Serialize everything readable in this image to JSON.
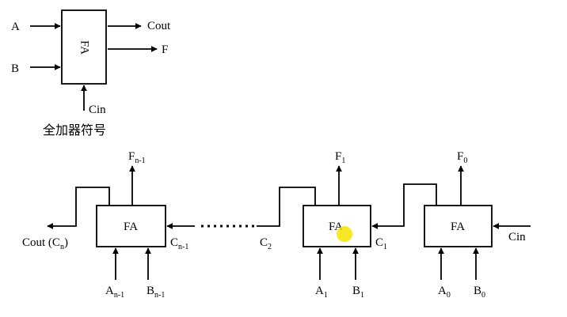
{
  "symbol": {
    "input_a": "A",
    "input_b": "B",
    "output_cout": "Cout",
    "output_f": "F",
    "input_cin": "Cin",
    "box_label": "FA",
    "caption": "全加器符号"
  },
  "chain": {
    "stage_n1": {
      "box_label": "FA",
      "f_label": "F",
      "f_sub": "n-1",
      "a_label": "A",
      "a_sub": "n-1",
      "b_label": "B",
      "b_sub": "n-1",
      "cin_label": "C",
      "cin_sub": "n-1",
      "cout_label": "Cout (C",
      "cout_sub": "n",
      "cout_close": ")"
    },
    "stage_1": {
      "box_label": "FA",
      "f_label": "F",
      "f_sub": "1",
      "a_label": "A",
      "a_sub": "1",
      "b_label": "B",
      "b_sub": "1",
      "cin_label": "C",
      "cin_sub": "1",
      "cout_label": "C",
      "cout_sub": "2"
    },
    "stage_0": {
      "box_label": "FA",
      "f_label": "F",
      "f_sub": "0",
      "a_label": "A",
      "a_sub": "0",
      "b_label": "B",
      "b_sub": "0",
      "cin_label": "Cin"
    }
  },
  "colors": {
    "cursor_highlight": "#f5e400",
    "ink": "#000000"
  }
}
